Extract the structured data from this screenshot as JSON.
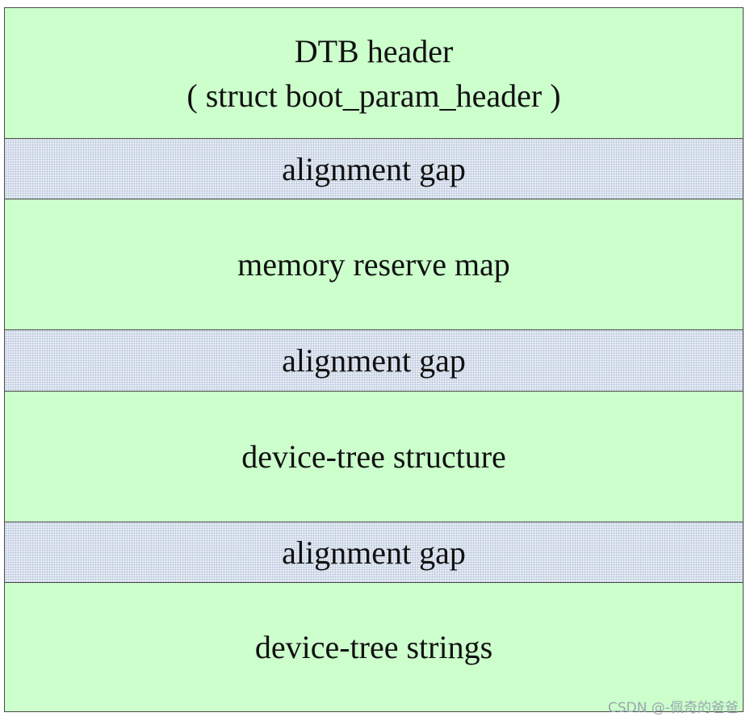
{
  "diagram": {
    "blocks": [
      {
        "kind": "section",
        "lines": [
          "DTB header",
          "( struct boot_param_header )"
        ]
      },
      {
        "kind": "gap",
        "lines": [
          "alignment gap"
        ]
      },
      {
        "kind": "section",
        "lines": [
          "memory reserve map"
        ]
      },
      {
        "kind": "gap",
        "lines": [
          "alignment gap"
        ]
      },
      {
        "kind": "section",
        "lines": [
          "device-tree structure"
        ]
      },
      {
        "kind": "gap",
        "lines": [
          "alignment gap"
        ]
      },
      {
        "kind": "section",
        "lines": [
          "device-tree strings"
        ]
      }
    ]
  },
  "watermark": "CSDN @-佩奇的爸爸",
  "colors": {
    "section_fill": "#ccffcc",
    "gap_fill": "#e6ecf5",
    "border": "#4a4a4a"
  }
}
